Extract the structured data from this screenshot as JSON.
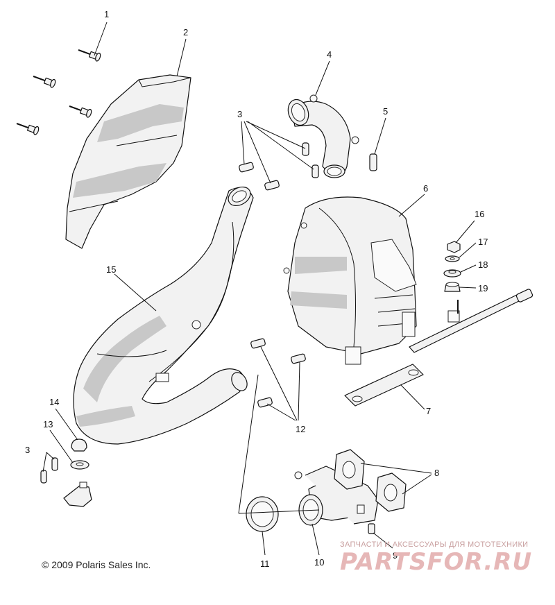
{
  "callouts": [
    {
      "id": "c1",
      "label": "1"
    },
    {
      "id": "c2",
      "label": "2"
    },
    {
      "id": "c3a",
      "label": "3"
    },
    {
      "id": "c3b",
      "label": "3"
    },
    {
      "id": "c4",
      "label": "4"
    },
    {
      "id": "c5",
      "label": "5"
    },
    {
      "id": "c6",
      "label": "6"
    },
    {
      "id": "c7",
      "label": "7"
    },
    {
      "id": "c8",
      "label": "8"
    },
    {
      "id": "c9",
      "label": "9"
    },
    {
      "id": "c10",
      "label": "10"
    },
    {
      "id": "c11",
      "label": "11"
    },
    {
      "id": "c12",
      "label": "12"
    },
    {
      "id": "c13",
      "label": "13"
    },
    {
      "id": "c14",
      "label": "14"
    },
    {
      "id": "c15",
      "label": "15"
    },
    {
      "id": "c16",
      "label": "16"
    },
    {
      "id": "c17",
      "label": "17"
    },
    {
      "id": "c18",
      "label": "18"
    },
    {
      "id": "c19",
      "label": "19"
    }
  ],
  "copyright": "© 2009 Polaris Sales Inc.",
  "watermark": {
    "subtitle": "ЗАПЧАСТИ И АКСЕССУАРЫ ДЛЯ МОТОТЕХНИКИ",
    "logo": "PARTSFOR.RU"
  }
}
